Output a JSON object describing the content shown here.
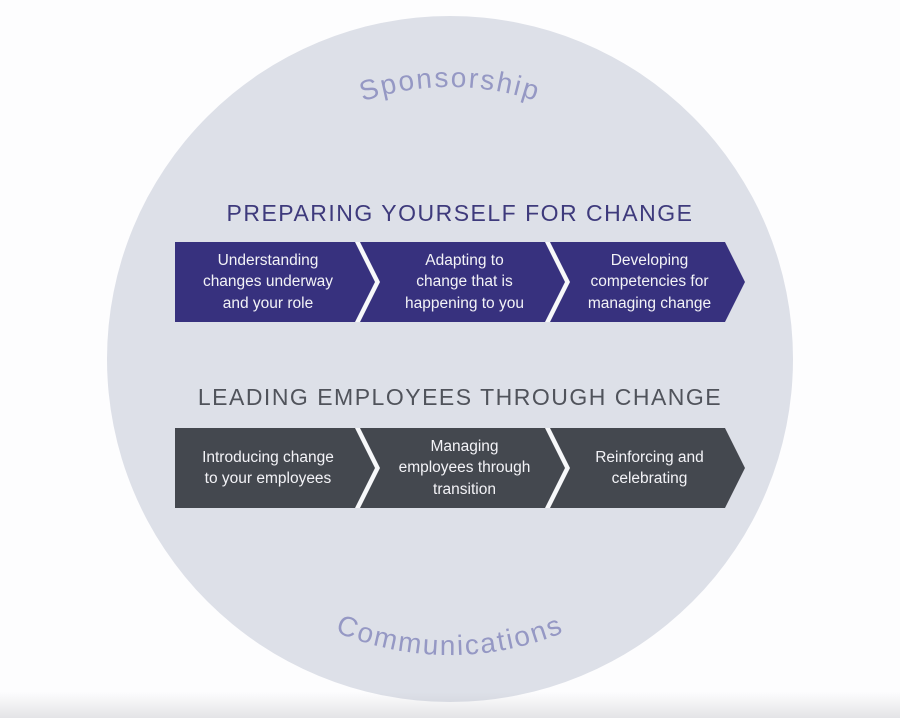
{
  "diagram": {
    "top_curved_label": "Sponsorship",
    "bottom_curved_label": "Communications",
    "sections": [
      {
        "title": "PREPARING YOURSELF FOR CHANGE",
        "title_color": "#3e3a7c",
        "arrow_color": "#37317e",
        "steps": [
          "Understanding\nchanges underway\nand your role",
          "Adapting to\nchange that is\nhappening to you",
          "Developing\ncompetencies for\nmanaging change"
        ]
      },
      {
        "title": "LEADING EMPLOYEES THROUGH CHANGE",
        "title_color": "#50535b",
        "arrow_color": "#44484f",
        "steps": [
          "Introducing change\nto your employees",
          "Managing\nemployees through\ntransition",
          "Reinforcing and\ncelebrating"
        ]
      }
    ],
    "colors": {
      "circle_fill": "#dde0e8",
      "page_background": "#fdfdfe",
      "curved_label_color": "#9598c4",
      "arrow_text_color": "#f3f3f7",
      "separator_color": "#f7f8fa"
    }
  }
}
